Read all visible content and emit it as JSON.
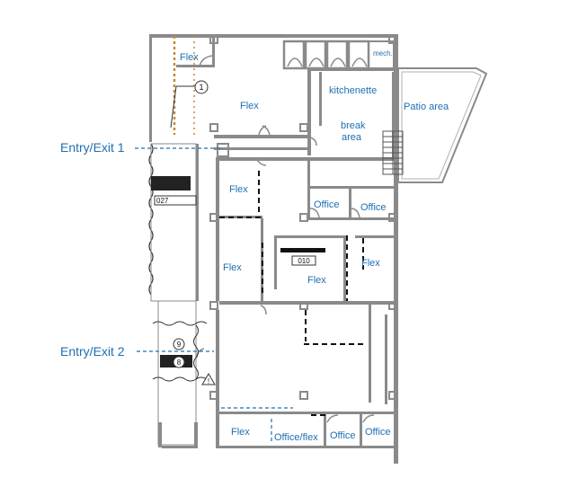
{
  "callouts": {
    "entry1": "Entry/Exit 1",
    "entry2": "Entry/Exit 2"
  },
  "rooms": {
    "flex_top_small": "Flex",
    "mech": "mech.",
    "flex_upper": "Flex",
    "kitchenette": "kitchenette",
    "patio": "Patio area",
    "break_line1": "break",
    "break_line2": "area",
    "flex_mid_left": "Flex",
    "office_a": "Office",
    "office_b": "Office",
    "flex_lower_left": "Flex",
    "flex_center": "Flex",
    "flex_right": "Flex",
    "flex_bottom": "Flex",
    "office_flex": "Office/flex",
    "office_c": "Office",
    "office_d": "Office"
  },
  "tags": {
    "room_010": "010",
    "room_027": "027",
    "marker_1": "1",
    "marker_9": "9",
    "marker_8": "8",
    "warning": "!"
  },
  "colors": {
    "label": "#1f6fb2",
    "wall": "#8a8a8a",
    "door_wood": "#c8873a",
    "dashed_line": "#1f6fb2"
  }
}
